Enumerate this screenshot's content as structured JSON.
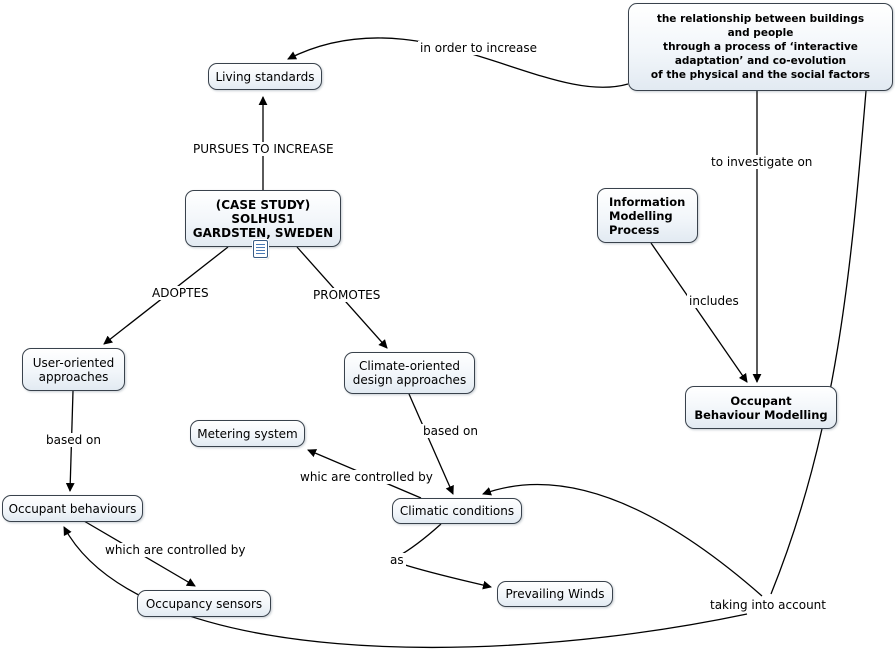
{
  "canvas": {
    "background": "#ffffff",
    "line_color": "#000000",
    "node_border_color": "#39424c",
    "node_fill_top": "#ffffff",
    "node_fill_bottom": "#e2eaf2"
  },
  "nodes": {
    "relationship": {
      "label": "the relationship between buildings\nand people\nthrough a process of ‘interactive\nadaptation’ and co-evolution\nof the physical and the social factors"
    },
    "living_standards": {
      "label": "Living standards"
    },
    "case_study": {
      "label": "(CASE STUDY)\nSOLHUS1\nGARDSTEN, SWEDEN"
    },
    "information_modelling": {
      "label": "Information\nModelling\nProcess"
    },
    "user_oriented": {
      "label": "User-oriented\napproaches"
    },
    "climate_oriented": {
      "label": "Climate-oriented\ndesign approaches"
    },
    "metering_system": {
      "label": "Metering system"
    },
    "occupant_behaviour_modelling": {
      "label": "Occupant\nBehaviour Modelling"
    },
    "occupant_behaviours": {
      "label": "Occupant behaviours"
    },
    "climatic_conditions": {
      "label": "Climatic conditions"
    },
    "occupancy_sensors": {
      "label": "Occupancy sensors"
    },
    "prevailing_winds": {
      "label": "Prevailing Winds"
    }
  },
  "link_labels": {
    "in_order_to_increase": "in order to increase",
    "pursues_to_increase": "PURSUES TO INCREASE",
    "to_investigate_on": "to investigate on",
    "adoptes": "ADOPTES",
    "promotes": "PROMOTES",
    "includes": "includes",
    "based_on_user": "based on",
    "based_on_climate": "based on",
    "whic_are_controlled_by": "whic are controlled by",
    "which_are_controlled_by": "which are controlled by",
    "as": "as",
    "taking_into_account": "taking into account"
  }
}
